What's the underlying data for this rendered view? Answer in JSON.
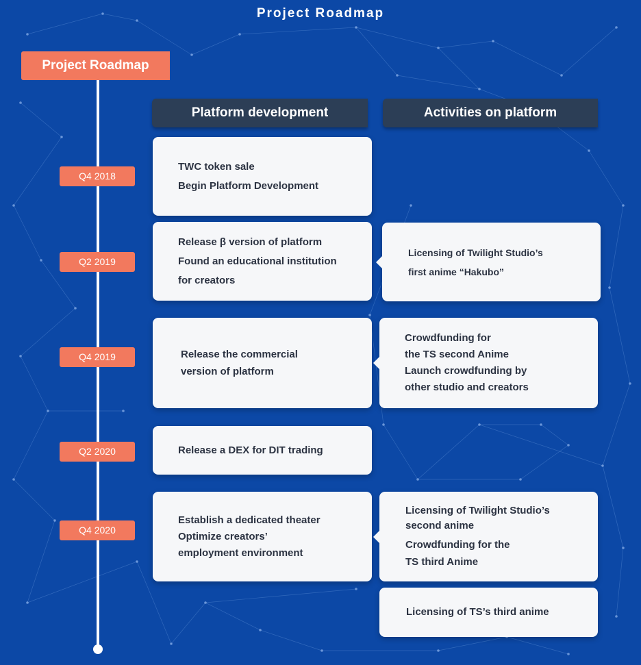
{
  "header": {
    "title": "Project Roadmap"
  },
  "timeline": {
    "badge": "Project Roadmap"
  },
  "columns": {
    "platform": "Platform development",
    "activities": "Activities on platform"
  },
  "milestones": [
    {
      "quarter": "Q4 2018",
      "platform": [
        "TWC token sale",
        "Begin Platform Development"
      ]
    },
    {
      "quarter": "Q2 2019",
      "platform": [
        "Release β version of platform",
        "Found an educational institution",
        "for creators"
      ],
      "activities": [
        "Licensing of Twilight Studio’s",
        "first anime “Hakubo”"
      ]
    },
    {
      "quarter": "Q4 2019",
      "platform": [
        "Release the commercial",
        "version of platform"
      ],
      "activities": [
        "Crowdfunding for",
        "the TS second Anime",
        "Launch crowdfunding by",
        "other studio and creators"
      ]
    },
    {
      "quarter": "Q2 2020",
      "platform": [
        "Release a DEX for DIT trading"
      ]
    },
    {
      "quarter": "Q4 2020",
      "platform": [
        "Establish a dedicated theater",
        "Optimize creators’",
        "employment environment"
      ],
      "activities": [
        "Licensing of Twilight Studio’s",
        "second anime",
        "Crowdfunding for the",
        "TS third Anime"
      ],
      "activities_extra": [
        "Licensing of TS’s third anime"
      ]
    }
  ],
  "colors": {
    "background": "#0c48a6",
    "accent": "#f2795e",
    "header": "#2c3e56",
    "card": "#f6f7f9"
  }
}
